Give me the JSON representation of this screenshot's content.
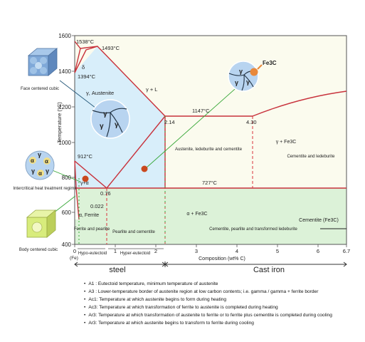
{
  "axes": {
    "y_label": "Temperature (°C)",
    "y_ticks": [
      "1600",
      "1400",
      "1200",
      "1000",
      "800",
      "600",
      "400"
    ],
    "x_label": "Composition (wt% C)",
    "x_ticks": [
      "0",
      "1",
      "2",
      "3",
      "4",
      "5",
      "6",
      "6.7"
    ],
    "x_zero_note": "(Fe)"
  },
  "points": {
    "p1538": "1538°C",
    "p1493": "1493°C",
    "p1394": "1394°C",
    "p1147": "1147°C",
    "p912": "912°C",
    "p727": "727°C",
    "c214": "2.14",
    "c430": "4.30",
    "c076": "0.76",
    "c0022": "0.022"
  },
  "phases": {
    "delta": "δ",
    "austenite": "γ, Austenite",
    "gamma_liquid": "γ + L",
    "gamma_alpha": "γ+α",
    "alpha_ferrite": "α, Ferrite",
    "alpha_fe3c": "α + Fe3C",
    "gamma_fe3c": "γ + Fe3C",
    "aus_led_cem": "Austenite, ledeburite and cementite",
    "cem_led": "Cementite and ledeburite",
    "ferrite_pearlite": "Ferrite and pearlite",
    "pearlite_cem": "Pearlite and cementite",
    "cem_pearl_trans": "Cementite, pearlite and transformed ledeburite",
    "cementite_fe3c": "Cementite (Fe3C)",
    "fe3c": "Fe3C"
  },
  "sidebar": {
    "fcc": "Face centered cubic",
    "intercritical": "Intercritical heat treatment regime",
    "bcc": "Body centered cubic"
  },
  "bottom": {
    "hypo": "Hypo-eutectoid",
    "hyper": "Hyper-eutectoid",
    "steel": "steel",
    "cast_iron": "Cast iron"
  },
  "notes": [
    "A1 : Eutectoid temperature, minimum temperature of austenite",
    "A3 : Lower-temperature border of austenite region at low carbon contents; i.e. gamma / gamma + ferrite border",
    "Ac1: Temperature at which austenite begins to form during heating",
    "Ac3: Temperature at which transformation of ferrite to austenite is completed during heating",
    "Ar3: Temperature at which transformation of austenite to ferrite or to ferrite plus cementite is completed during cooling",
    "Ar3: Temperature at which austenite begins to transform to ferrite during cooling"
  ],
  "colors": {
    "austenite_blue": "#d8eefa",
    "green": "#dcf2d8",
    "liquid": "#fbfbee",
    "line_red": "#c8323c",
    "dash_red": "#d8303a",
    "dash_green": "#3aa83a",
    "dot": "#c9481e"
  }
}
